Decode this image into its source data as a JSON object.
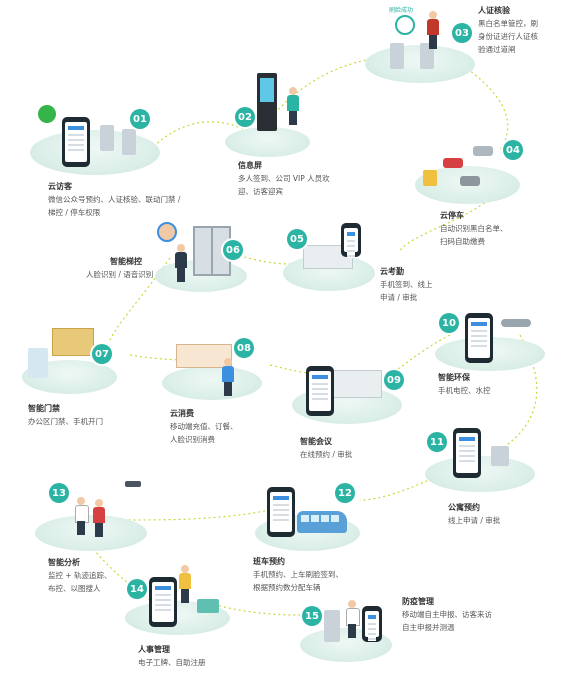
{
  "colors": {
    "accent": "#2bb3a3",
    "path": "#c8d73a",
    "title": "#333333",
    "text": "#555555"
  },
  "overlay": {
    "face_tag": "刷脸成功"
  },
  "nodes": [
    {
      "number": "01",
      "title": "云访客",
      "desc": [
        "微信公众号预约、人证核验、联动门禁 /",
        "梯控 / 停车权限"
      ]
    },
    {
      "number": "02",
      "title": "信息屏",
      "desc": [
        "多人签到、公司 VIP 人员欢",
        "迎、访客迎宾"
      ]
    },
    {
      "number": "03",
      "title": "人证核验",
      "desc": [
        "黑白名单管控，刷",
        "身份证进行人证核",
        "验通过道闸"
      ]
    },
    {
      "number": "04",
      "title": "云停车",
      "desc": [
        "自动识别黑白名单、",
        "扫码自助缴费"
      ]
    },
    {
      "number": "05",
      "title": "云考勤",
      "desc": [
        "手机签到、线上",
        "申请 / 审批"
      ]
    },
    {
      "number": "06",
      "title": "智能梯控",
      "desc": [
        "人脸识别 / 语音识别"
      ]
    },
    {
      "number": "07",
      "title": "智能门禁",
      "desc": [
        "办公区门禁、手机开门"
      ]
    },
    {
      "number": "08",
      "title": "云消费",
      "desc": [
        "移动端充值、订餐、",
        "人脸识别消费"
      ]
    },
    {
      "number": "09",
      "title": "智能会议",
      "desc": [
        "在线预约 / 审批"
      ]
    },
    {
      "number": "10",
      "title": "智能环保",
      "desc": [
        "手机电控、水控"
      ]
    },
    {
      "number": "11",
      "title": "公寓预约",
      "desc": [
        "线上申请 / 审批"
      ]
    },
    {
      "number": "12",
      "title": "班车预约",
      "desc": [
        "手机预约、上车刷脸签到、",
        "根据预约数分配车辆"
      ]
    },
    {
      "number": "13",
      "title": "智能分析",
      "desc": [
        "监控 + 轨迹追踪、",
        "布控、以图搜人"
      ]
    },
    {
      "number": "14",
      "title": "人事管理",
      "desc": [
        "电子工牌、自助注册"
      ]
    },
    {
      "number": "15",
      "title": "防疫管理",
      "desc": [
        "移动端自主申报、访客来访",
        "自主申报并测温"
      ]
    }
  ]
}
